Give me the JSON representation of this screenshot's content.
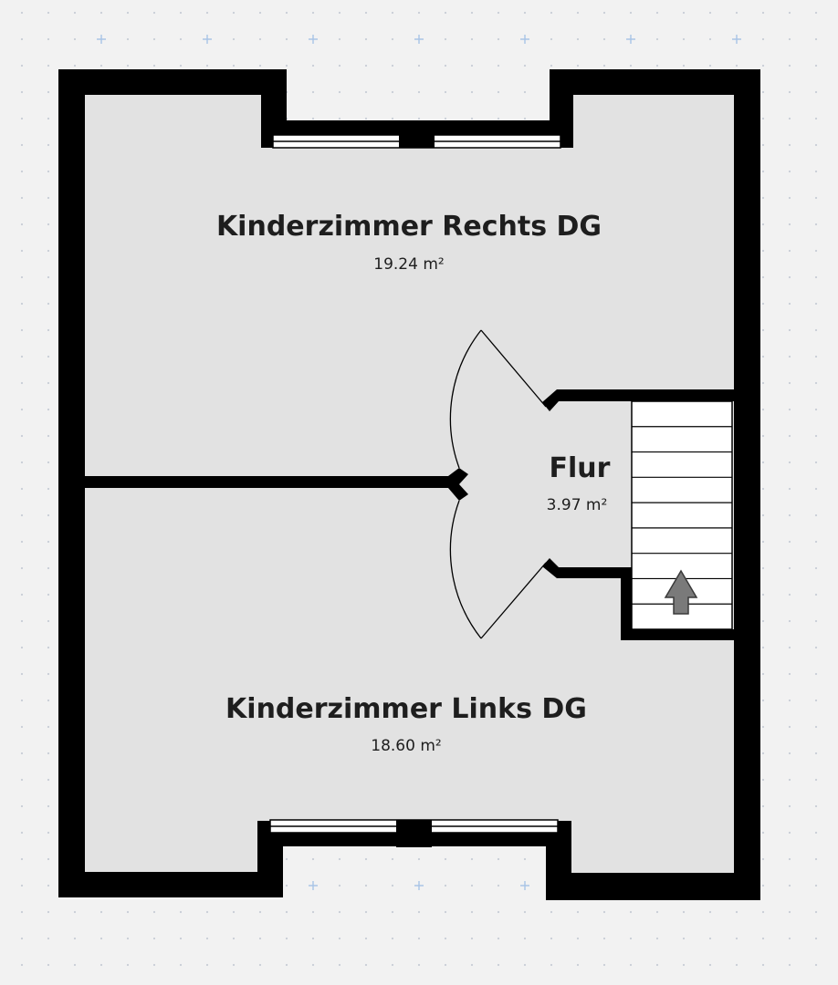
{
  "rooms": [
    {
      "id": "kinderzimmer-rechts",
      "name": "Kinderzimmer Rechts DG",
      "area": "19.24 m²"
    },
    {
      "id": "kinderzimmer-links",
      "name": "Kinderzimmer Links DG",
      "area": "18.60 m²"
    },
    {
      "id": "flur",
      "name": "Flur",
      "area": "3.97 m²"
    }
  ],
  "colors": {
    "background": "#f2f2f2",
    "floor": "#e2e2e2",
    "wall": "#000000",
    "grid_dot": "#c8cdd6",
    "grid_cross": "#a9c4e6",
    "stair_fill": "#ffffff",
    "stair_arrow": "#7a7a7a"
  },
  "icons": {
    "stair_direction": "arrow-up-icon"
  }
}
